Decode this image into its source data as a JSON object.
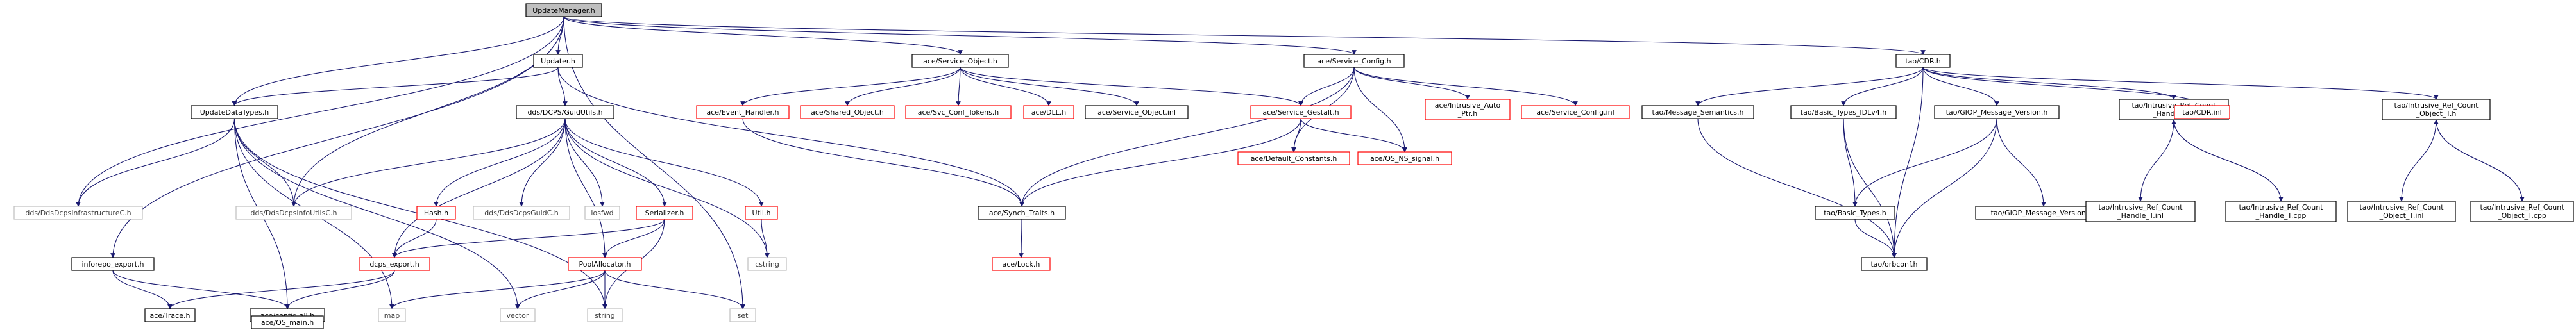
{
  "colors": {
    "root_fill": "#bfbfbf",
    "root_stroke": "#000000",
    "normal_stroke": "#000000",
    "missing_stroke": "#ff0000",
    "external_stroke": "#bfbfbf",
    "external_text": "#3c3c3c",
    "text": "#000000",
    "edge": "#191970"
  },
  "nodes": [
    {
      "id": "root",
      "lines": [
        "UpdateManager.h"
      ],
      "kind": "root"
    },
    {
      "id": "dcps_infra",
      "lines": [
        "dds/DdsDcpsInfrastructureC.h"
      ],
      "kind": "external"
    },
    {
      "id": "inforepo_export",
      "lines": [
        "inforepo_export.h"
      ],
      "kind": "normal"
    },
    {
      "id": "update_data_types",
      "lines": [
        "UpdateDataTypes.h"
      ],
      "kind": "normal"
    },
    {
      "id": "dcps_infoutils",
      "lines": [
        "dds/DdsDcpsInfoUtilsC.h"
      ],
      "kind": "external"
    },
    {
      "id": "updater",
      "lines": [
        "Updater.h"
      ],
      "kind": "normal"
    },
    {
      "id": "guid_utils",
      "lines": [
        "dds/DCPS/GuidUtils.h"
      ],
      "kind": "normal"
    },
    {
      "id": "ace_trace",
      "lines": [
        "ace/Trace.h"
      ],
      "kind": "normal"
    },
    {
      "id": "ace_config_all",
      "lines": [
        "ace/config-all.h"
      ],
      "kind": "normal"
    },
    {
      "id": "ace_os_main",
      "lines": [
        "ace/OS_main.h"
      ],
      "kind": "normal"
    },
    {
      "id": "map",
      "lines": [
        "map"
      ],
      "kind": "external"
    },
    {
      "id": "vector",
      "lines": [
        "vector"
      ],
      "kind": "external"
    },
    {
      "id": "string",
      "lines": [
        "string"
      ],
      "kind": "external"
    },
    {
      "id": "set",
      "lines": [
        "set"
      ],
      "kind": "external"
    },
    {
      "id": "hash",
      "lines": [
        "Hash.h"
      ],
      "kind": "missing"
    },
    {
      "id": "dcps_export",
      "lines": [
        "dcps_export.h"
      ],
      "kind": "missing"
    },
    {
      "id": "dcps_guidc",
      "lines": [
        "dds/DdsDcpsGuidC.h"
      ],
      "kind": "external"
    },
    {
      "id": "iosfwd",
      "lines": [
        "iosfwd"
      ],
      "kind": "external"
    },
    {
      "id": "serializer",
      "lines": [
        "Serializer.h"
      ],
      "kind": "missing"
    },
    {
      "id": "pool_allocator",
      "lines": [
        "PoolAllocator.h"
      ],
      "kind": "missing"
    },
    {
      "id": "util",
      "lines": [
        "Util.h"
      ],
      "kind": "missing"
    },
    {
      "id": "cstring",
      "lines": [
        "cstring"
      ],
      "kind": "external"
    },
    {
      "id": "service_object",
      "lines": [
        "ace/Service_Object.h"
      ],
      "kind": "normal"
    },
    {
      "id": "event_handler",
      "lines": [
        "ace/Event_Handler.h"
      ],
      "kind": "missing"
    },
    {
      "id": "shared_object",
      "lines": [
        "ace/Shared_Object.h"
      ],
      "kind": "missing"
    },
    {
      "id": "svc_conf_tokens",
      "lines": [
        "ace/Svc_Conf_Tokens.h"
      ],
      "kind": "missing"
    },
    {
      "id": "dll",
      "lines": [
        "ace/DLL.h"
      ],
      "kind": "missing"
    },
    {
      "id": "service_object_inl",
      "lines": [
        "ace/Service_Object.inl"
      ],
      "kind": "normal"
    },
    {
      "id": "synch_traits",
      "lines": [
        "ace/Synch_Traits.h"
      ],
      "kind": "normal"
    },
    {
      "id": "lock",
      "lines": [
        "ace/Lock.h"
      ],
      "kind": "missing"
    },
    {
      "id": "service_config",
      "lines": [
        "ace/Service_Config.h"
      ],
      "kind": "normal"
    },
    {
      "id": "service_gestalt",
      "lines": [
        "ace/Service_Gestalt.h"
      ],
      "kind": "missing"
    },
    {
      "id": "default_constants",
      "lines": [
        "ace/Default_Constants.h"
      ],
      "kind": "missing"
    },
    {
      "id": "os_ns_signal",
      "lines": [
        "ace/OS_NS_signal.h"
      ],
      "kind": "missing"
    },
    {
      "id": "intrusive_auto_ptr",
      "lines": [
        "ace/Intrusive_Auto",
        "_Ptr.h"
      ],
      "kind": "missing"
    },
    {
      "id": "service_config_inl",
      "lines": [
        "ace/Service_Config.inl"
      ],
      "kind": "missing"
    },
    {
      "id": "cdr",
      "lines": [
        "tao/CDR.h"
      ],
      "kind": "normal"
    },
    {
      "id": "message_semantics",
      "lines": [
        "tao/Message_Semantics.h"
      ],
      "kind": "normal"
    },
    {
      "id": "basic_types_idlv4",
      "lines": [
        "tao/Basic_Types_IDLv4.h"
      ],
      "kind": "normal"
    },
    {
      "id": "basic_types",
      "lines": [
        "tao/Basic_Types.h"
      ],
      "kind": "normal"
    },
    {
      "id": "orbconf",
      "lines": [
        "tao/orbconf.h"
      ],
      "kind": "normal"
    },
    {
      "id": "giop_message_version",
      "lines": [
        "tao/GIOP_Message_Version.h"
      ],
      "kind": "normal"
    },
    {
      "id": "giop_message_version_inl",
      "lines": [
        "tao/GIOP_Message_Version.inl"
      ],
      "kind": "normal"
    },
    {
      "id": "irc_handle_t_h",
      "lines": [
        "tao/Intrusive_Ref_Count",
        "_Handle_T.h"
      ],
      "kind": "normal"
    },
    {
      "id": "irc_handle_t_inl",
      "lines": [
        "tao/Intrusive_Ref_Count",
        "_Handle_T.inl"
      ],
      "kind": "normal"
    },
    {
      "id": "irc_handle_t_cpp",
      "lines": [
        "tao/Intrusive_Ref_Count",
        "_Handle_T.cpp"
      ],
      "kind": "normal"
    },
    {
      "id": "cdr_inl",
      "lines": [
        "tao/CDR.inl"
      ],
      "kind": "missing"
    },
    {
      "id": "irc_object_t_h",
      "lines": [
        "tao/Intrusive_Ref_Count",
        "_Object_T.h"
      ],
      "kind": "normal"
    },
    {
      "id": "irc_object_t_inl",
      "lines": [
        "tao/Intrusive_Ref_Count",
        "_Object_T.inl"
      ],
      "kind": "normal"
    },
    {
      "id": "irc_object_t_cpp",
      "lines": [
        "tao/Intrusive_Ref_Count",
        "_Object_T.cpp"
      ],
      "kind": "normal"
    }
  ],
  "edges": [
    [
      "root",
      "dcps_infra"
    ],
    [
      "root",
      "inforepo_export"
    ],
    [
      "root",
      "update_data_types"
    ],
    [
      "root",
      "dcps_infoutils"
    ],
    [
      "root",
      "updater"
    ],
    [
      "root",
      "set"
    ],
    [
      "root",
      "service_object"
    ],
    [
      "root",
      "service_config"
    ],
    [
      "root",
      "cdr"
    ],
    [
      "inforepo_export",
      "ace_trace"
    ],
    [
      "inforepo_export",
      "ace_config_all"
    ],
    [
      "ace_config_all",
      "ace_os_main"
    ],
    [
      "update_data_types",
      "dcps_infra"
    ],
    [
      "update_data_types",
      "dcps_infoutils"
    ],
    [
      "update_data_types",
      "map"
    ],
    [
      "update_data_types",
      "vector"
    ],
    [
      "update_data_types",
      "string"
    ],
    [
      "update_data_types",
      "ace_config_all"
    ],
    [
      "updater",
      "update_data_types"
    ],
    [
      "updater",
      "guid_utils"
    ],
    [
      "updater",
      "synch_traits"
    ],
    [
      "guid_utils",
      "dcps_infoutils"
    ],
    [
      "guid_utils",
      "hash"
    ],
    [
      "guid_utils",
      "dcps_export"
    ],
    [
      "guid_utils",
      "dcps_guidc"
    ],
    [
      "guid_utils",
      "iosfwd"
    ],
    [
      "guid_utils",
      "serializer"
    ],
    [
      "guid_utils",
      "pool_allocator"
    ],
    [
      "guid_utils",
      "util"
    ],
    [
      "guid_utils",
      "cstring"
    ],
    [
      "hash",
      "dcps_export"
    ],
    [
      "dcps_export",
      "ace_trace"
    ],
    [
      "dcps_export",
      "ace_config_all"
    ],
    [
      "serializer",
      "dcps_export"
    ],
    [
      "serializer",
      "pool_allocator"
    ],
    [
      "serializer",
      "string"
    ],
    [
      "pool_allocator",
      "map"
    ],
    [
      "pool_allocator",
      "vector"
    ],
    [
      "pool_allocator",
      "string"
    ],
    [
      "pool_allocator",
      "set"
    ],
    [
      "util",
      "cstring"
    ],
    [
      "service_object",
      "event_handler"
    ],
    [
      "service_object",
      "shared_object"
    ],
    [
      "service_object",
      "svc_conf_tokens"
    ],
    [
      "service_object",
      "dll"
    ],
    [
      "service_object",
      "service_object_inl"
    ],
    [
      "service_object",
      "service_gestalt"
    ],
    [
      "event_handler",
      "synch_traits"
    ],
    [
      "synch_traits",
      "lock"
    ],
    [
      "service_config",
      "synch_traits"
    ],
    [
      "service_config",
      "service_gestalt"
    ],
    [
      "service_config",
      "default_constants"
    ],
    [
      "service_config",
      "os_ns_signal"
    ],
    [
      "service_config",
      "intrusive_auto_ptr"
    ],
    [
      "service_config",
      "service_config_inl"
    ],
    [
      "service_gestalt",
      "synch_traits"
    ],
    [
      "service_gestalt",
      "default_constants"
    ],
    [
      "service_gestalt",
      "os_ns_signal"
    ],
    [
      "cdr",
      "message_semantics"
    ],
    [
      "cdr",
      "basic_types_idlv4"
    ],
    [
      "cdr",
      "giop_message_version"
    ],
    [
      "cdr",
      "irc_handle_t_h"
    ],
    [
      "cdr",
      "cdr_inl"
    ],
    [
      "cdr",
      "irc_object_t_h"
    ],
    [
      "cdr",
      "orbconf"
    ],
    [
      "message_semantics",
      "orbconf"
    ],
    [
      "basic_types_idlv4",
      "basic_types"
    ],
    [
      "basic_types_idlv4",
      "orbconf"
    ],
    [
      "basic_types",
      "orbconf"
    ],
    [
      "giop_message_version",
      "basic_types"
    ],
    [
      "giop_message_version",
      "giop_message_version_inl"
    ],
    [
      "giop_message_version",
      "orbconf"
    ],
    [
      "irc_handle_t_h",
      "irc_handle_t_inl"
    ],
    [
      "irc_handle_t_h",
      "irc_handle_t_cpp"
    ],
    [
      "irc_handle_t_cpp",
      "irc_handle_t_h"
    ],
    [
      "irc_object_t_h",
      "irc_object_t_inl"
    ],
    [
      "irc_object_t_h",
      "irc_object_t_cpp"
    ],
    [
      "irc_object_t_cpp",
      "irc_object_t_h"
    ]
  ]
}
